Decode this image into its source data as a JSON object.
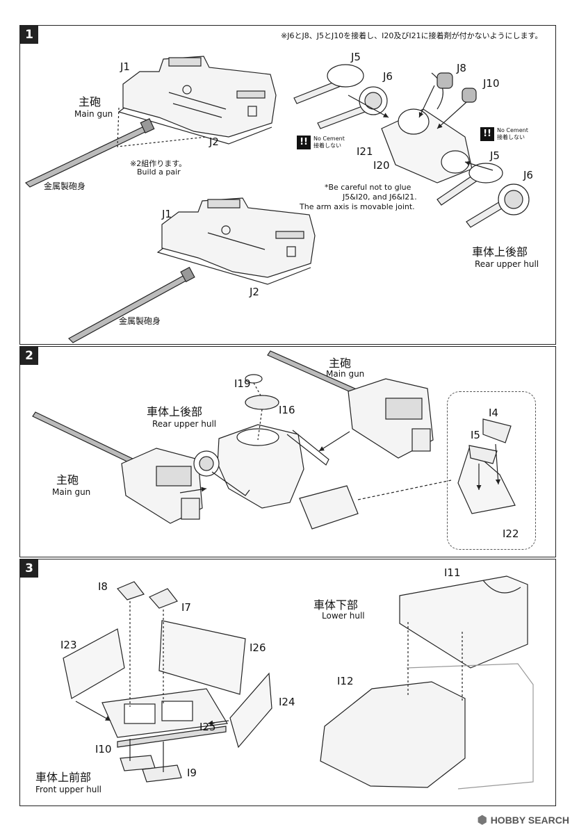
{
  "step1": {
    "number": "1",
    "top_note": "※J6とJ8、J5とJ10を接着し、I20及びI21に接着剤が付かないようにします。",
    "labels": {
      "j1a": "J1",
      "j2a": "J2",
      "j1b": "J1",
      "j2b": "J2",
      "j5a": "J5",
      "j6a": "J6",
      "j8": "J8",
      "j10": "J10",
      "i21": "I21",
      "i20": "I20",
      "j5b": "J5",
      "j6b": "J6"
    },
    "main_gun_jp": "主砲",
    "main_gun_en": "Main gun",
    "metal_barrel_1": "金属製砲身",
    "metal_barrel_2": "金属製砲身",
    "pair_jp": "※2組作ります。",
    "pair_en": "Build a pair",
    "no_cement_en": "No Cement",
    "no_cement_jp": "接着しない",
    "no_cement_en_2": "No Cement",
    "no_cement_jp_2": "接着しない",
    "careful_1": "*Be careful not to glue",
    "careful_2": "J5&I20, and J6&I21.",
    "careful_3": "The arm axis is movable joint.",
    "rear_hull_jp": "車体上後部",
    "rear_hull_en": "Rear upper hull"
  },
  "step2": {
    "number": "2",
    "main_gun_jp_a": "主砲",
    "main_gun_en_a": "Main gun",
    "main_gun_jp_b": "主砲",
    "main_gun_en_b": "Main gun",
    "rear_hull_jp": "車体上後部",
    "rear_hull_en": "Rear upper hull",
    "labels": {
      "i19": "I19",
      "i16": "I16",
      "i4": "I4",
      "i5": "I5",
      "i22": "I22"
    }
  },
  "step3": {
    "number": "3",
    "labels": {
      "i8": "I8",
      "i7": "I7",
      "i23": "I23",
      "i26": "I26",
      "i24": "I24",
      "i25": "I25",
      "i10": "I10",
      "i9": "I9",
      "i11": "I11",
      "i12": "I12"
    },
    "lower_hull_jp": "車体下部",
    "lower_hull_en": "Lower hull",
    "front_hull_jp": "車体上前部",
    "front_hull_en": "Front upper hull"
  },
  "footer": {
    "brand": "HOBBY SEARCH",
    "icon": "hobbysearch-logo-icon"
  }
}
